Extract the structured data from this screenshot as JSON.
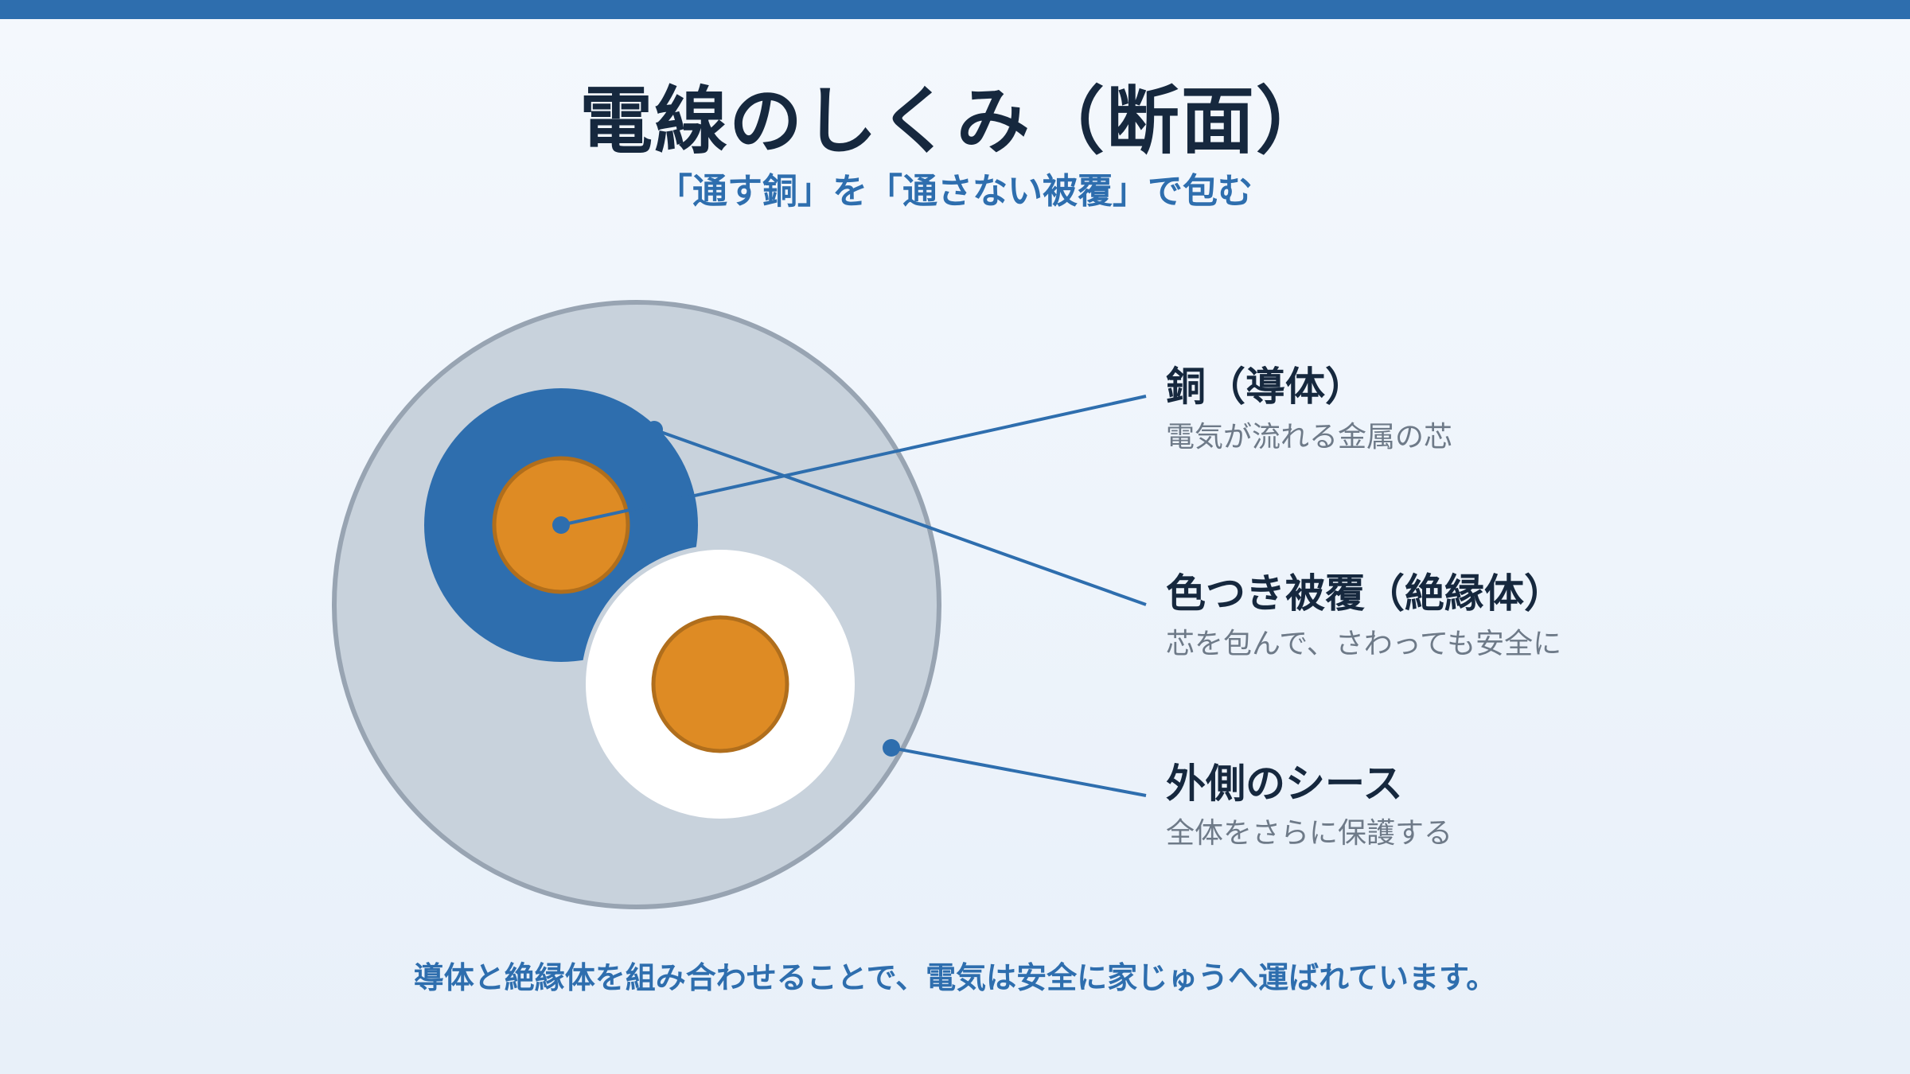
{
  "header": {
    "title": "電線のしくみ（断面）",
    "subtitle": "「通す銅」を「通さない被覆」で包む"
  },
  "labels": [
    {
      "heading": "銅（導体）",
      "description": "電気が流れる金属の芯"
    },
    {
      "heading": "色つき被覆（絶縁体）",
      "description": "芯を包んで、さわっても安全に"
    },
    {
      "heading": "外側のシース",
      "description": "全体をさらに保護する"
    }
  ],
  "footer": {
    "note": "導体と絶縁体を組み合わせることで、電気は安全に家じゅうへ運ばれています。"
  },
  "colors": {
    "accent": "#2e6eae",
    "copper": "#de8b24",
    "copper_edge": "#b06e1c",
    "sheath": "#c8d2dc",
    "sheath_edge": "#98a4b2",
    "insulation_white": "#ffffff",
    "title_text": "#16283e",
    "desc_text": "#6e7a88"
  }
}
